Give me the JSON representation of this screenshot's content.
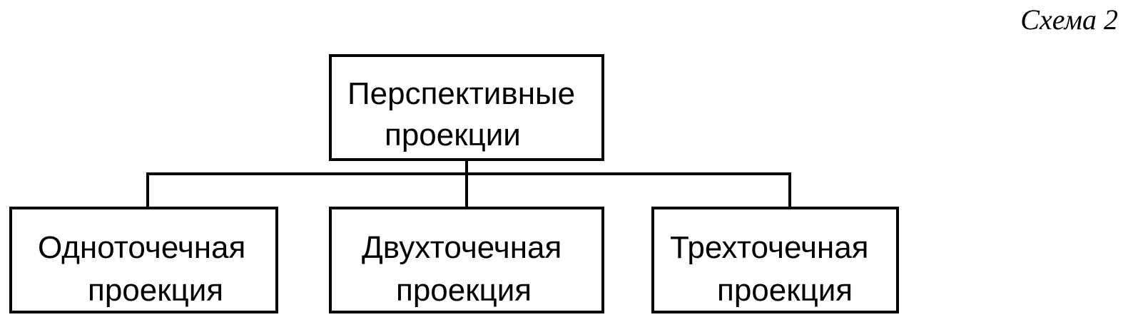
{
  "caption": "Схема 2",
  "root": {
    "line1": "Перспективные",
    "line2": "проекции"
  },
  "children": [
    {
      "line1": "Одноточечная",
      "line2": "проекция"
    },
    {
      "line1": "Двухточечная",
      "line2": "проекция"
    },
    {
      "line1": "Трехточечная",
      "line2": "проекция"
    }
  ],
  "colors": {
    "line": "#000000",
    "background": "#ffffff"
  }
}
